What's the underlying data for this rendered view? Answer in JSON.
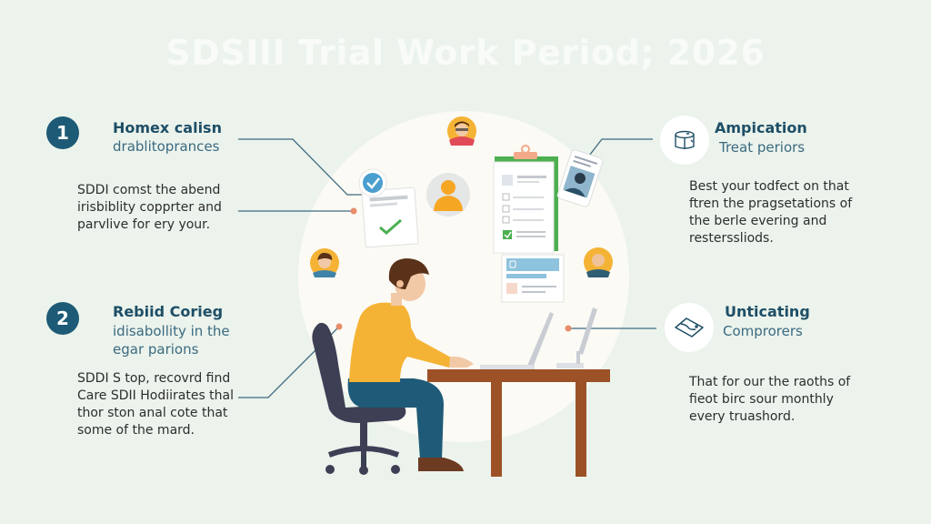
{
  "title": "SDSIII Trial Work Period; 2026",
  "colors": {
    "background": "#ebf3ec",
    "circle": "#fbfaf4",
    "accent_navy": "#1d5a76",
    "connector": "#3f6a80",
    "dot": "#e88c6c",
    "shirt": "#f5b335",
    "pants": "#1f5b78",
    "desk": "#9c5226",
    "chair": "#3d3f55",
    "check_green": "#4caf50"
  },
  "sections": {
    "left1": {
      "badge": "1",
      "heading": "Homex calisn",
      "subheading": "drablitoprances",
      "body": [
        "SDDI comst the abend",
        "irisbiblity copprter and",
        "parvlive for ery your."
      ]
    },
    "left2": {
      "badge": "2",
      "heading": "Rebiid Corieg",
      "subheading": [
        "idisabollity in the",
        "egar parions"
      ],
      "body": [
        "SDDI S top, recovrd find",
        "Care SDII Hodiirates thal",
        "thor ston anal cote that",
        "some of the mard."
      ]
    },
    "right1": {
      "icon": "cylinder-box-icon",
      "heading": "Ampication",
      "subheading": "Treat periors",
      "body": [
        "Best your todfect on that",
        "ftren the pragsetations of",
        "the berle evering and",
        "resterssliods."
      ]
    },
    "right2": {
      "icon": "map-icon",
      "heading": "Unticating",
      "subheading": "Comprorers",
      "body": [
        "That for our the raoths of",
        "fieot birc sour monthly",
        "every truashord."
      ]
    }
  },
  "illustration": {
    "elements": [
      "person-at-desk",
      "office-chair",
      "laptop",
      "monitor",
      "clipboard-checklist",
      "checked-document",
      "id-badge",
      "profile-card",
      "avatar-circles"
    ]
  }
}
